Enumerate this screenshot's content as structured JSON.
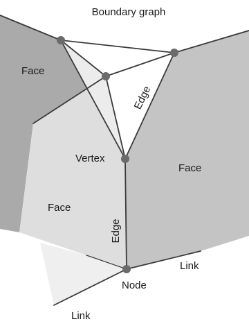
{
  "title": "Boundary graph",
  "labels": {
    "face_top_left": "Face",
    "face_right": "Face",
    "face_bottom_left": "Face",
    "edge_upper": "Edge",
    "edge_lower": "Edge",
    "vertex": "Vertex",
    "node": "Node",
    "link_right": "Link",
    "link_bottom": "Link"
  },
  "colors": {
    "face_dark": "#aaaaaa",
    "face_medium": "#c4c4c4",
    "face_light": "#dedede",
    "face_lightest": "#ededed",
    "line": "#3a3a3a",
    "dot": "#6b6b6b"
  }
}
